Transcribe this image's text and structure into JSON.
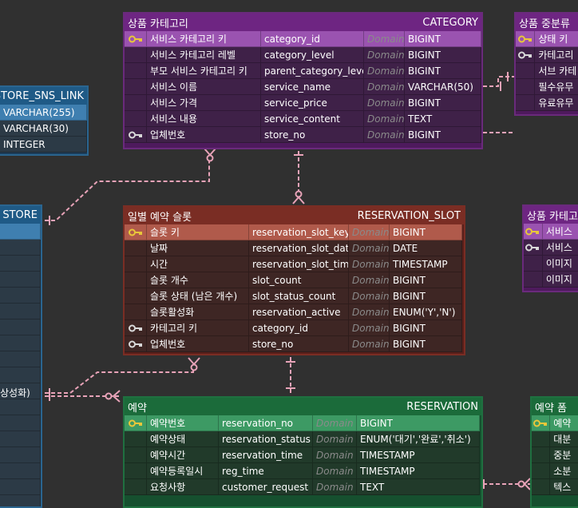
{
  "tables": {
    "category": {
      "title_ko": "상품 카테고리",
      "title_en": "CATEGORY",
      "rows": [
        {
          "key": "pk",
          "name": "서비스 카테고리 키",
          "column": "category_id",
          "domain": "Domain",
          "type": "BIGINT"
        },
        {
          "key": "",
          "name": "서비스 카테고리 레벨",
          "column": "category_level",
          "domain": "Domain",
          "type": "BIGINT"
        },
        {
          "key": "",
          "name": "부모 서비스 카테고리 키",
          "column": "parent_category_level",
          "domain": "Domain",
          "type": "BIGINT"
        },
        {
          "key": "",
          "name": "서비스 이름",
          "column": "service_name",
          "domain": "Domain",
          "type": "VARCHAR(50)"
        },
        {
          "key": "",
          "name": "서비스 가격",
          "column": "service_price",
          "domain": "Domain",
          "type": "BIGINT"
        },
        {
          "key": "",
          "name": "서비스 내용",
          "column": "service_content",
          "domain": "Domain",
          "type": "TEXT"
        },
        {
          "key": "fk",
          "name": "업체번호",
          "column": "store_no",
          "domain": "Domain",
          "type": "BIGINT"
        }
      ]
    },
    "slot": {
      "title_ko": "일별 예약 슬롯",
      "title_en": "RESERVATION_SLOT",
      "rows": [
        {
          "key": "pk",
          "name": "슬롯 키",
          "column": "reservation_slot_key",
          "domain": "Domain",
          "type": "BIGINT"
        },
        {
          "key": "",
          "name": "날짜",
          "column": "reservation_slot_date",
          "domain": "Domain",
          "type": "DATE"
        },
        {
          "key": "",
          "name": "시간",
          "column": "reservation_slot_time",
          "domain": "Domain",
          "type": "TIMESTAMP"
        },
        {
          "key": "",
          "name": "슬롯 개수",
          "column": "slot_count",
          "domain": "Domain",
          "type": "BIGINT"
        },
        {
          "key": "",
          "name": "슬롯 상태 (남은 개수)",
          "column": "slot_status_count",
          "domain": "Domain",
          "type": "BIGINT"
        },
        {
          "key": "",
          "name": "슬롯활성화",
          "column": "reservation_active",
          "domain": "Domain",
          "type": "ENUM('Y','N')"
        },
        {
          "key": "fk",
          "name": "카테고리 키",
          "column": "category_id",
          "domain": "Domain",
          "type": "BIGINT"
        },
        {
          "key": "fk",
          "name": "업체번호",
          "column": "store_no",
          "domain": "Domain",
          "type": "BIGINT"
        }
      ]
    },
    "reservation": {
      "title_ko": "예약",
      "title_en": "RESERVATION",
      "rows": [
        {
          "key": "pk",
          "name": "예약번호",
          "column": "reservation_no",
          "domain": "Domain",
          "type": "BIGINT"
        },
        {
          "key": "",
          "name": "예약상태",
          "column": "reservation_status",
          "domain": "Domain",
          "type": "ENUM('대기','완료','취소')"
        },
        {
          "key": "",
          "name": "예약시간",
          "column": "reservation_time",
          "domain": "Domain",
          "type": "TIMESTAMP"
        },
        {
          "key": "",
          "name": "예약등록일시",
          "column": "reg_time",
          "domain": "Domain",
          "type": "TIMESTAMP"
        },
        {
          "key": "",
          "name": "요청사항",
          "column": "customer_request",
          "domain": "Domain",
          "type": "TEXT"
        }
      ]
    },
    "sns": {
      "title_en": "STORE_SNS_LINK",
      "rows": [
        {
          "key": "pk",
          "type": "VARCHAR(255)"
        },
        {
          "key": "",
          "type": "VARCHAR(30)"
        },
        {
          "key": "",
          "type": "INTEGER"
        }
      ]
    },
    "store": {
      "title_en": "STORE"
    },
    "mid": {
      "title_ko": "상품 중분류",
      "rows": [
        {
          "key": "pk",
          "name": "상태 키"
        },
        {
          "key": "fk",
          "name": "카테고리"
        },
        {
          "key": "",
          "name": "서브 카테"
        },
        {
          "key": "",
          "name": "필수유무"
        },
        {
          "key": "",
          "name": "유료유무"
        }
      ]
    },
    "img": {
      "title_ko": "상품 카테고리",
      "rows": [
        {
          "key": "pk",
          "name": "서비스"
        },
        {
          "key": "fk",
          "name": "서비스"
        },
        {
          "key": "",
          "name": "이미지"
        },
        {
          "key": "",
          "name": "이미지"
        }
      ]
    },
    "form": {
      "title_ko": "예약 폼",
      "rows": [
        {
          "key": "pk",
          "name": "예약"
        },
        {
          "key": "",
          "name": "대분"
        },
        {
          "key": "",
          "name": "중분"
        },
        {
          "key": "",
          "name": "소분"
        },
        {
          "key": "",
          "name": "텍스"
        }
      ]
    }
  },
  "store_fragment": "상성화)",
  "colors": {
    "pk_key": "#e8c73a",
    "fk_key": "#d8d8d8",
    "connector": "#e8a3b8",
    "canvas": "#303030"
  }
}
